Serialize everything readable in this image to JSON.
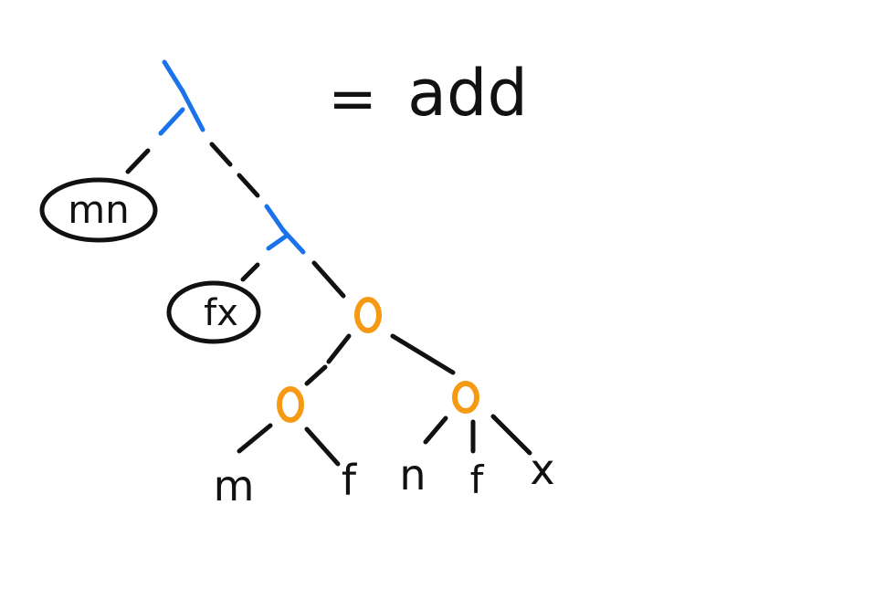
{
  "equation": {
    "equals": "=",
    "name": "add"
  },
  "bound_vars": {
    "outer": "mn",
    "inner": "fx"
  },
  "leaves": [
    "m",
    "f",
    "n",
    "f",
    "x"
  ],
  "colors": {
    "ink": "#111111",
    "lambda": "#1a73e8",
    "application": "#f59a12"
  }
}
